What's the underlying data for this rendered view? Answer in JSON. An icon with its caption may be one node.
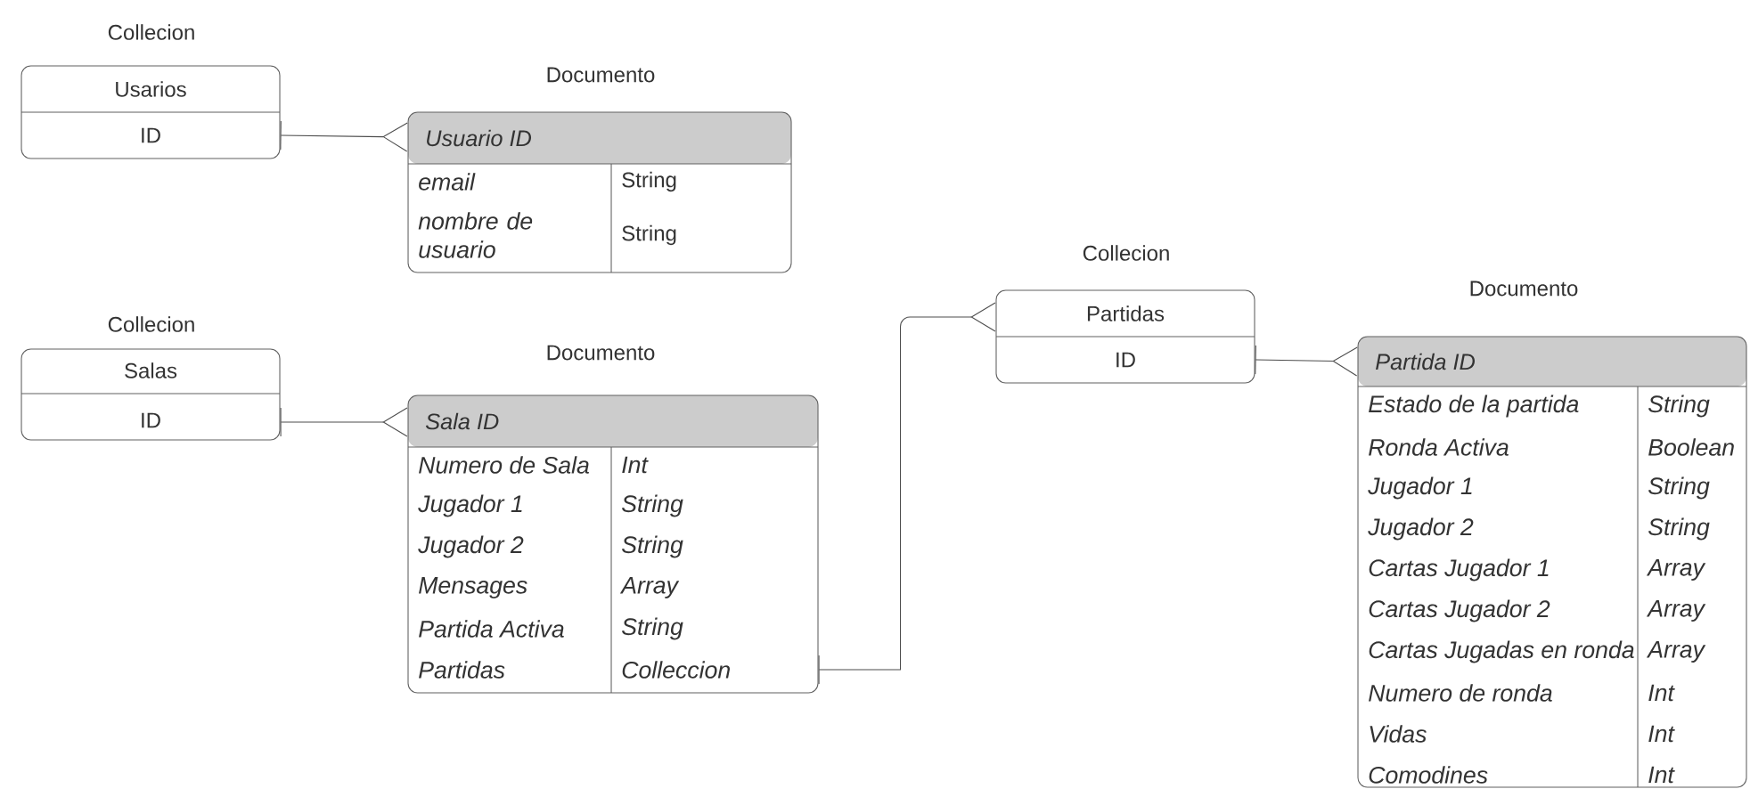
{
  "diagram": {
    "nodes": [
      {
        "text": [
          "Collecion",
          "Usarios",
          "ID"
        ]
      },
      {
        "text": [
          "Documento",
          "Usuario ID",
          "email",
          "String",
          "nombre de usuario",
          "String"
        ]
      },
      {
        "text": [
          "Collecion",
          "Salas",
          "ID"
        ]
      },
      {
        "text": [
          "Documento",
          "Sala ID",
          "Numero de Sala",
          "Int",
          "Jugador 1",
          "String",
          "Jugador 2",
          "String",
          "Mensages",
          "Array",
          "Partida Activa",
          "String",
          "Partidas",
          "Colleccion"
        ]
      },
      {
        "text": [
          "Collecion",
          "Partidas",
          "ID"
        ]
      },
      {
        "text": [
          "Documento",
          "Partida ID",
          "Estado de la partida",
          "String",
          "Ronda Activa",
          "Boolean",
          "Jugador 1",
          "String",
          "Jugador 2",
          "String",
          "Cartas Jugador 1",
          "Array",
          "Cartas Jugador 2",
          "Array",
          "Cartas Jugadas en ronda",
          "Array",
          "Numero de ronda",
          "Int",
          "Vidas",
          "Int",
          "Comodines",
          "Int"
        ]
      }
    ],
    "edges": [
      {
        "from": 0,
        "to": 1,
        "arrow": "other"
      },
      {
        "from": 2,
        "to": 3,
        "arrow": "other"
      },
      {
        "from": 3,
        "to": 4,
        "arrow": "other"
      },
      {
        "from": 4,
        "to": 5,
        "arrow": "other"
      }
    ]
  }
}
